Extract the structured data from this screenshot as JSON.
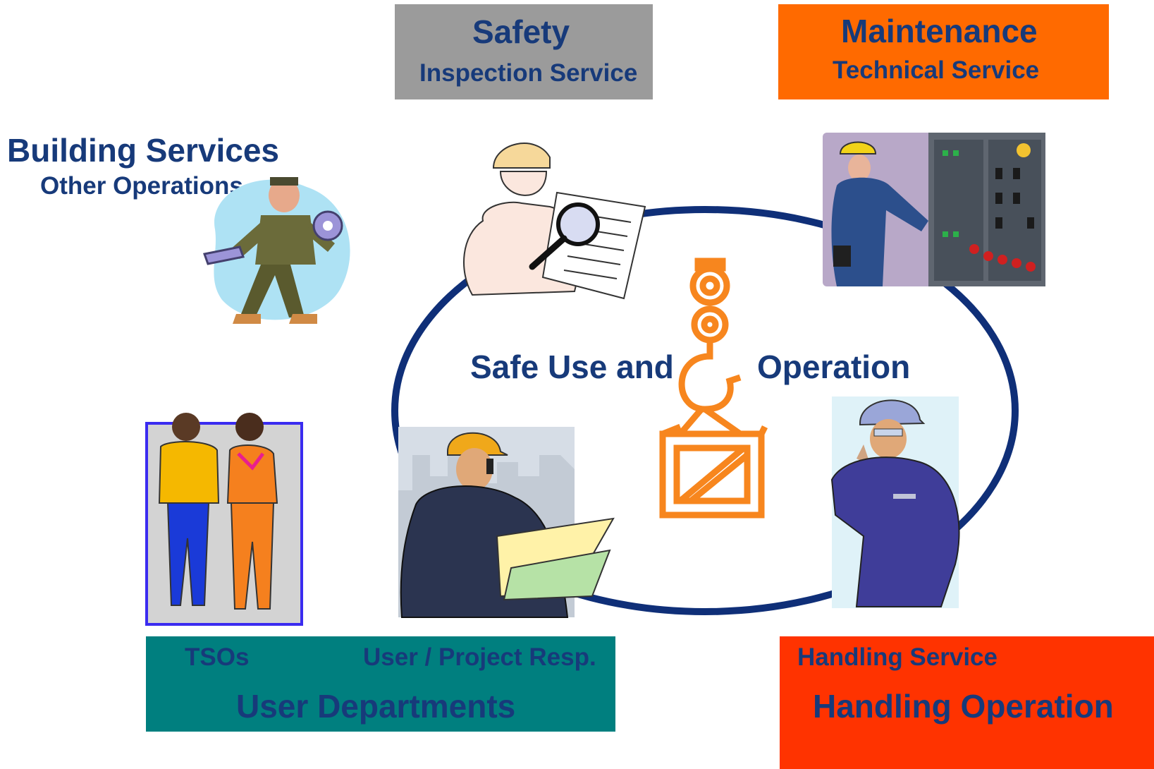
{
  "colors": {
    "text": "#173a7a",
    "safety_box": "#9b9b9b",
    "maintenance_box": "#ff6a00",
    "user_departments_box": "#007f7f",
    "handling_box": "#ff3300",
    "ellipse": "#0f2f78",
    "hook_crate": "#f7861e"
  },
  "boxes": {
    "safety": {
      "title": "Safety",
      "subtitle": "Inspection Service"
    },
    "maintenance": {
      "title": "Maintenance",
      "subtitle": "Technical Service"
    },
    "user_departments": {
      "left_label": "TSOs",
      "right_label": "User / Project Resp.",
      "title": "User Departments"
    },
    "handling": {
      "subtitle": "Handling Service",
      "title": "Handling Operation"
    }
  },
  "labels": {
    "building_services": "Building Services",
    "other_operations": "Other Operations",
    "center_left": "Safe Use and",
    "center_right": "Operation"
  },
  "illustrations": [
    "mechanic-clipart",
    "inspector-clipart",
    "technician-control-panel-photo",
    "walking-people-clipart",
    "engineer-phone-clipart",
    "worker-phone-clipart",
    "crane-hook-crate-icon"
  ]
}
